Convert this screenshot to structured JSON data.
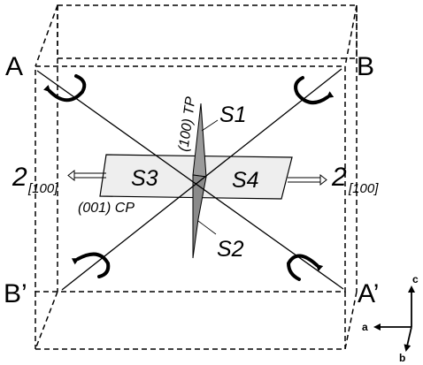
{
  "corners": {
    "a": "A",
    "b": "B",
    "a_prime": "A’",
    "b_prime": "B’"
  },
  "planes": {
    "twin_plane": "(100) TP",
    "composition_plane": "(001) CP"
  },
  "sectors": {
    "s1": "S1",
    "s2": "S2",
    "s3": "S3",
    "s4": "S4"
  },
  "twofold": {
    "symbol": "2",
    "index": "[100]"
  },
  "axes": {
    "a": "a",
    "b": "b",
    "c": "c"
  }
}
